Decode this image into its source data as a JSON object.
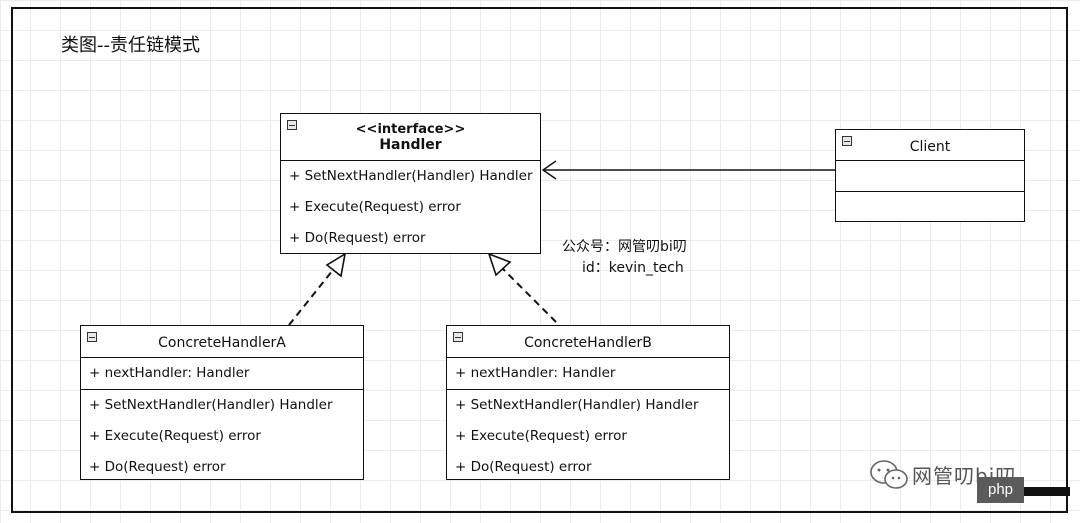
{
  "title": "类图--责任链模式",
  "classes": {
    "handler": {
      "stereotype": "<<interface>>",
      "name": "Handler",
      "methods": [
        "+ SetNextHandler(Handler) Handler",
        "+ Execute(Request) error",
        "+ Do(Request) error"
      ]
    },
    "client": {
      "name": "Client"
    },
    "concrete_a": {
      "name": "ConcreteHandlerA",
      "attributes": [
        "+ nextHandler: Handler"
      ],
      "methods": [
        "+ SetNextHandler(Handler) Handler",
        "+ Execute(Request) error",
        "+ Do(Request) error"
      ]
    },
    "concrete_b": {
      "name": "ConcreteHandlerB",
      "attributes": [
        "+ nextHandler: Handler"
      ],
      "methods": [
        "+ SetNextHandler(Handler) Handler",
        "+ Execute(Request) error",
        "+ Do(Request) error"
      ]
    }
  },
  "note": {
    "line1": "公众号：网管叨bi叨",
    "line2": "id：kevin_tech"
  },
  "watermark": {
    "text": "网管叨bi叨",
    "badge": "php"
  }
}
